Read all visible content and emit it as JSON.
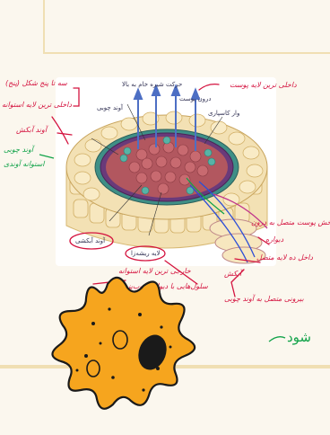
{
  "figure": {
    "label_pericycle": "لایه ریشه‌زا",
    "label_phloem": "آوند آبکشی",
    "label_xylem_top": "آوند چوبی",
    "label_flow": "حرکت شیره خام به بالا",
    "label_endodermis": "درون پوست",
    "label_casparian": "وار کاسپاری"
  },
  "annotations": {
    "top_right": "داخلی ترین لایه پوست",
    "top_left_1": "سه تا پنج شکل (پنج)",
    "top_left_2": "داخلی ترین لایه استوانه",
    "left_red_1": "آوند آبکش",
    "left_green": "آوند چوبی",
    "left_green_2": "استوانه آوندی",
    "bottom_1": "خارجی ترین لایه استوانه",
    "bottom_2": "سلول‌هایی با دیواره چوب‌پنبه‌ای",
    "right_1": "در بخش پوست متصل به درون",
    "right_2": "دیواره",
    "right_3": "داخل ده لایه متصل",
    "right_4": "آبکش",
    "right_5": "بیرونی متصل به آوند چوبی",
    "bottom_right_big": "شود"
  },
  "colors": {
    "ink_red": "#d4133f",
    "ink_green": "#12a34a",
    "ink_blue": "#2e4fd6",
    "cell_yellow": "#f6a51e",
    "cortex": "#f3e1b4",
    "stele": "#b2575f"
  }
}
